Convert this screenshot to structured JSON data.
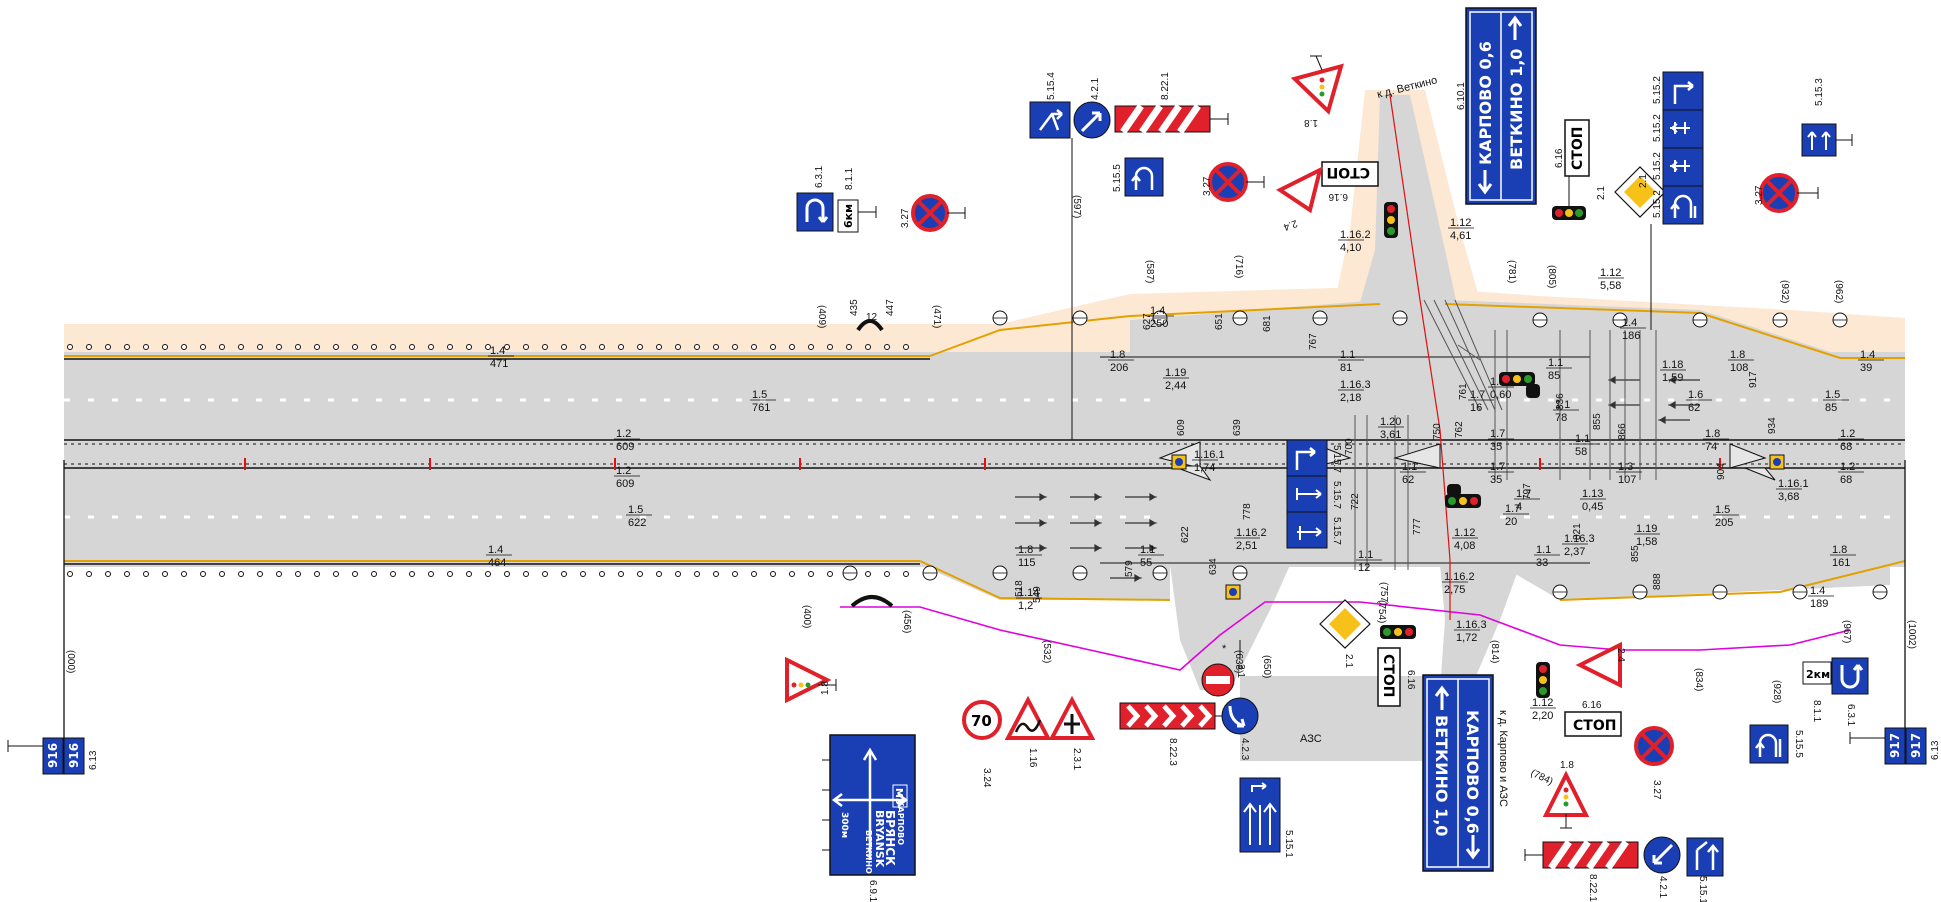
{
  "colors": {
    "road": "#d6d6d6",
    "shoulder": "#fde8d4",
    "sign_blue": "#1a3fb5",
    "sign_red": "#e0202a",
    "sign_yellow": "#f6c21a",
    "edge_yellow": "#e2a100",
    "magenta_line": "#e000e0",
    "red_line": "#e01010"
  },
  "markings": [
    {
      "id": "m1",
      "t": "1.4",
      "b": "471"
    },
    {
      "id": "m2",
      "t": "1.5",
      "b": "761"
    },
    {
      "id": "m3",
      "t": "1.2",
      "b": "609"
    },
    {
      "id": "m4",
      "t": "1.2",
      "b": "609"
    },
    {
      "id": "m5",
      "t": "1.5",
      "b": "622"
    },
    {
      "id": "m6",
      "t": "1.4",
      "b": "464"
    },
    {
      "id": "m7",
      "t": "1.4",
      "b": "250"
    },
    {
      "id": "m8",
      "t": "1.8",
      "b": "206"
    },
    {
      "id": "m9",
      "t": "1.19",
      "b": "2,44"
    },
    {
      "id": "m10",
      "t": "1.1",
      "b": "81"
    },
    {
      "id": "m11",
      "t": "1.16.3",
      "b": "2,18"
    },
    {
      "id": "m12",
      "t": "1.16.1",
      "b": "1,74"
    },
    {
      "id": "m13",
      "t": "1.20",
      "b": "3,61"
    },
    {
      "id": "m14",
      "t": "1.12",
      "b": "4,61"
    },
    {
      "id": "m15",
      "t": "1.16.2",
      "b": "4,10"
    },
    {
      "id": "m16",
      "t": "1.12",
      "b": "5,58"
    },
    {
      "id": "m17",
      "t": "1.1",
      "b": "85"
    },
    {
      "id": "m18",
      "t": "1.7",
      "b": "16"
    },
    {
      "id": "m19",
      "t": "1.1",
      "b": "78"
    },
    {
      "id": "m20",
      "t": "1.7",
      "b": "35"
    },
    {
      "id": "m21",
      "t": "1.7",
      "b": "35"
    },
    {
      "id": "m22",
      "t": "1.1",
      "b": "58"
    },
    {
      "id": "m23",
      "t": "1.3",
      "b": "107"
    },
    {
      "id": "m24",
      "t": "1.7",
      "b": "4"
    },
    {
      "id": "m25",
      "t": "1.13",
      "b": "0,45"
    },
    {
      "id": "m26",
      "t": "1.7",
      "b": "20"
    },
    {
      "id": "m27",
      "t": "1.12",
      "b": "4,08"
    },
    {
      "id": "m28",
      "t": "1.1",
      "b": "62"
    },
    {
      "id": "m29",
      "t": "1.4",
      "b": "186"
    },
    {
      "id": "m30",
      "t": "1.8",
      "b": "108"
    },
    {
      "id": "m31",
      "t": "1.18",
      "b": "1,59"
    },
    {
      "id": "m32",
      "t": "1.6",
      "b": "62"
    },
    {
      "id": "m33",
      "t": "1.5",
      "b": "85"
    },
    {
      "id": "m34",
      "t": "1.4",
      "b": "39"
    },
    {
      "id": "m35",
      "t": "1.2",
      "b": "68"
    },
    {
      "id": "m36",
      "t": "1.2",
      "b": "68"
    },
    {
      "id": "m37",
      "t": "1.8",
      "b": "74"
    },
    {
      "id": "m38",
      "t": "1.16.1",
      "b": "3,68"
    },
    {
      "id": "m39",
      "t": "1.5",
      "b": "205"
    },
    {
      "id": "m40",
      "t": "1.8",
      "b": "161"
    },
    {
      "id": "m41",
      "t": "1.19",
      "b": "1,58"
    },
    {
      "id": "m42",
      "t": "1.4",
      "b": "189"
    },
    {
      "id": "m43",
      "t": "1.16.3",
      "b": "2,37"
    },
    {
      "id": "m44",
      "t": "1.1",
      "b": "33"
    },
    {
      "id": "m45",
      "t": "1.16.2",
      "b": "2,51"
    },
    {
      "id": "m46",
      "t": "1.8",
      "b": "115"
    },
    {
      "id": "m47",
      "t": "1.1",
      "b": "55"
    },
    {
      "id": "m48",
      "t": "1.14",
      "b": "1,2"
    },
    {
      "id": "m49",
      "t": "1.16.2",
      "b": "2,75"
    },
    {
      "id": "m50",
      "t": "1.16.3",
      "b": "1,72"
    },
    {
      "id": "m51",
      "t": "1.12",
      "b": "2,20"
    },
    {
      "id": "m52",
      "t": "1.14",
      "b": "0,60"
    },
    {
      "id": "m53",
      "t": "1.1",
      "b": "12"
    }
  ],
  "sign_codes": [
    "6.13",
    "5.15.4",
    "4.2.1",
    "8.22.1",
    "6.3.1",
    "8.1.1",
    "3.27",
    "5.15.5",
    "3.27",
    "6.16",
    "2.4",
    "1.8",
    "6.10.1",
    "6.16",
    "2.1",
    "5.15.2",
    "5.15.2",
    "5.15.2",
    "5.15.2",
    "5.15.3",
    "3.27",
    "1.8",
    "6.9.1",
    "3.24",
    "1.16",
    "2.3.1",
    "8.22.3",
    "4.2.3",
    "3.1",
    "5.15.1",
    "2.1",
    "6.16",
    "6.16",
    "2.4",
    "3.27",
    "1.8",
    "8.22.1",
    "4.2.1",
    "5.15.1",
    "5.15.5",
    "8.1.1",
    "6.3.1",
    "6.13",
    "5.15.7",
    "5.15.7",
    "5.15.7"
  ],
  "distances": [
    "(000)",
    "(409)",
    "(471)",
    "(597)",
    "(587)",
    "(716)",
    "(781)",
    "(805)",
    "(932)",
    "(962)",
    "(400)",
    "(456)",
    "(532)",
    "(638)",
    "(650)",
    "(754)",
    "(814)",
    "(834)",
    "(928)",
    "(967)",
    "(1002)",
    "(784)",
    "(757)"
  ],
  "km_posts": {
    "left": "916",
    "right": "917"
  },
  "direction_sign_top": {
    "line1": "КАРПОВО 0,6",
    "line2": "ВЕТКИНО 1,0"
  },
  "direction_sign_bottom": {
    "line1": "ВЕТКИНО 1,0",
    "line2": "КАРПОВО 0,6"
  },
  "info_sign_691": {
    "line1": "БРЯНСК",
    "line2": "BRYANSK",
    "line3": "ВЕТКИНО",
    "line4": "КАРПОВО",
    "route": "М3",
    "dist": "300м"
  },
  "texts": {
    "stop": "СТОП",
    "azs": "АЗС",
    "km6": "6км",
    "km2": "2км",
    "speed": "70",
    "vetkino_road": "к д. Веткино",
    "karpovo_road": "к д. Карпово и АЗС",
    "dim_12": "12",
    "dim_435": "435",
    "dim_447": "447"
  },
  "lane_numbers": [
    "609",
    "639",
    "700",
    "750",
    "762",
    "836",
    "855",
    "866",
    "761",
    "778",
    "722",
    "777",
    "797",
    "821",
    "855",
    "888",
    "904",
    "917",
    "934",
    "627",
    "651",
    "681",
    "767",
    "579",
    "622",
    "634",
    "549",
    "518"
  ]
}
